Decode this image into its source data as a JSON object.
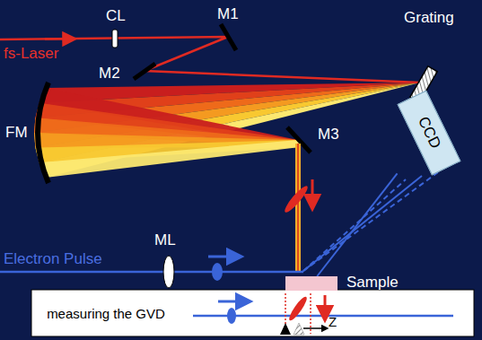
{
  "diagram": {
    "nodes": [
      {
        "text": [
          "CCD"
        ]
      },
      {
        "text": [
          "Sample"
        ]
      },
      {
        "text": [
          "measuring the GVD",
          "Z"
        ]
      }
    ],
    "edges": [
      {
        "from": 1,
        "to": 0,
        "arrow": "none"
      }
    ],
    "labels": [
      "CL",
      "M1",
      "Grating",
      "fs-Laser",
      "M2",
      "FM",
      "M3",
      "ML",
      "Electron Pulse"
    ]
  }
}
